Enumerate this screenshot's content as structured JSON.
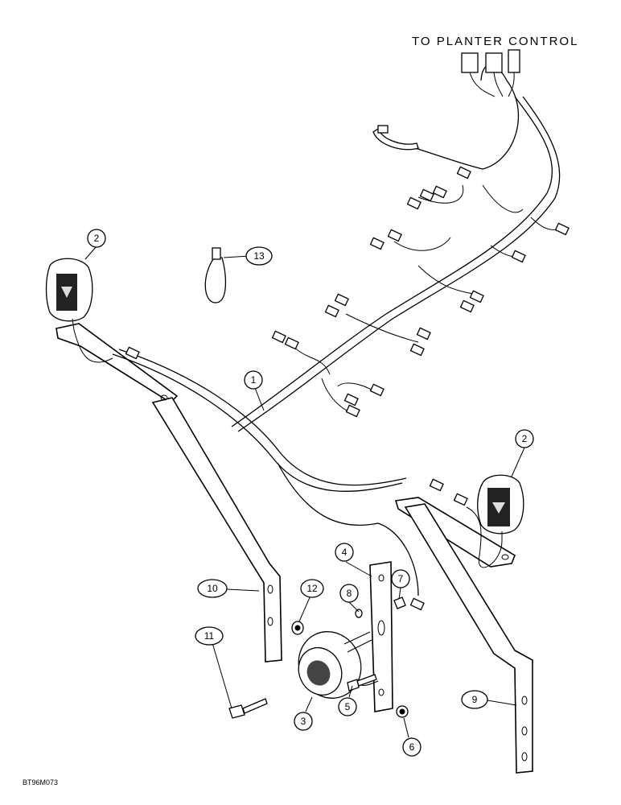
{
  "title": "TO PLANTER CONTROL",
  "drawing_code": "BT96M073",
  "callouts": [
    {
      "id": "c1",
      "label": "1"
    },
    {
      "id": "c2a",
      "label": "2"
    },
    {
      "id": "c2b",
      "label": "2"
    },
    {
      "id": "c3",
      "label": "3"
    },
    {
      "id": "c4",
      "label": "4"
    },
    {
      "id": "c5",
      "label": "5"
    },
    {
      "id": "c6",
      "label": "6"
    },
    {
      "id": "c7",
      "label": "7"
    },
    {
      "id": "c8",
      "label": "8"
    },
    {
      "id": "c9",
      "label": "9"
    },
    {
      "id": "c10",
      "label": "10"
    },
    {
      "id": "c11",
      "label": "11"
    },
    {
      "id": "c12",
      "label": "12"
    },
    {
      "id": "c13",
      "label": "13"
    }
  ]
}
